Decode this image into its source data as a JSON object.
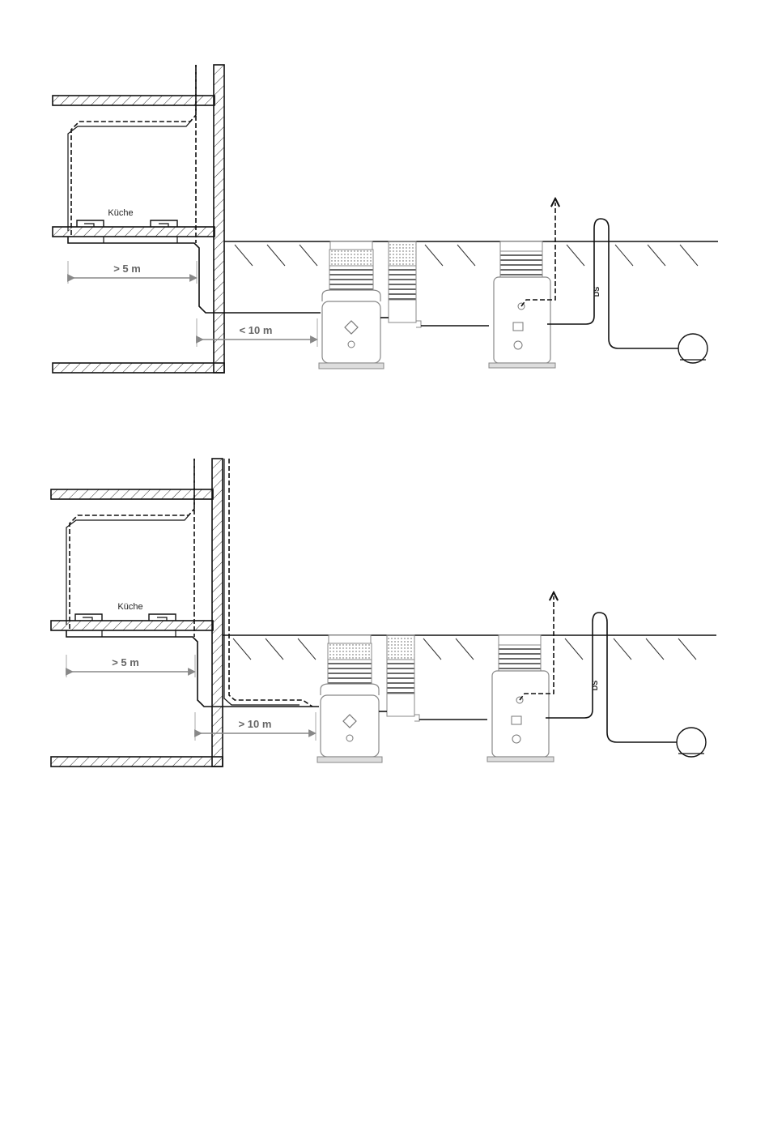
{
  "diagrams": [
    {
      "room_label": "Küche",
      "dim_horizontal": "> 5 m",
      "dim_distance": "< 10 m",
      "ds_label": "DS"
    },
    {
      "room_label": "Küche",
      "dim_horizontal": "> 5 m",
      "dim_distance": "> 10 m",
      "ds_label": "DS"
    }
  ],
  "colors": {
    "line": "#111111",
    "dimension": "#8a8a8a",
    "equipment": "#9a9a9a",
    "hatch": "#333333"
  }
}
